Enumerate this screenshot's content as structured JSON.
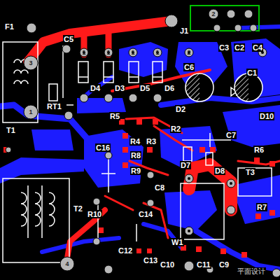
{
  "diagram": {
    "labels": [
      "F1",
      "J1",
      "C5",
      "D4",
      "D3",
      "D5",
      "D6",
      "C3",
      "C2",
      "C4",
      "C6",
      "C1",
      "RT1",
      "T1",
      "R5",
      "R2",
      "D2",
      "D10",
      "R4",
      "R3",
      "C7",
      "R8",
      "C16",
      "D7",
      "D8",
      "R9",
      "C8",
      "R6",
      "T3",
      "T2",
      "R10",
      "C14",
      "R7",
      "C12",
      "C13",
      "W1",
      "C10",
      "C11",
      "C9",
      "平面设计",
      "2",
      "3",
      "1",
      "4",
      "1",
      "1",
      "1",
      "1",
      "2"
    ]
  }
}
